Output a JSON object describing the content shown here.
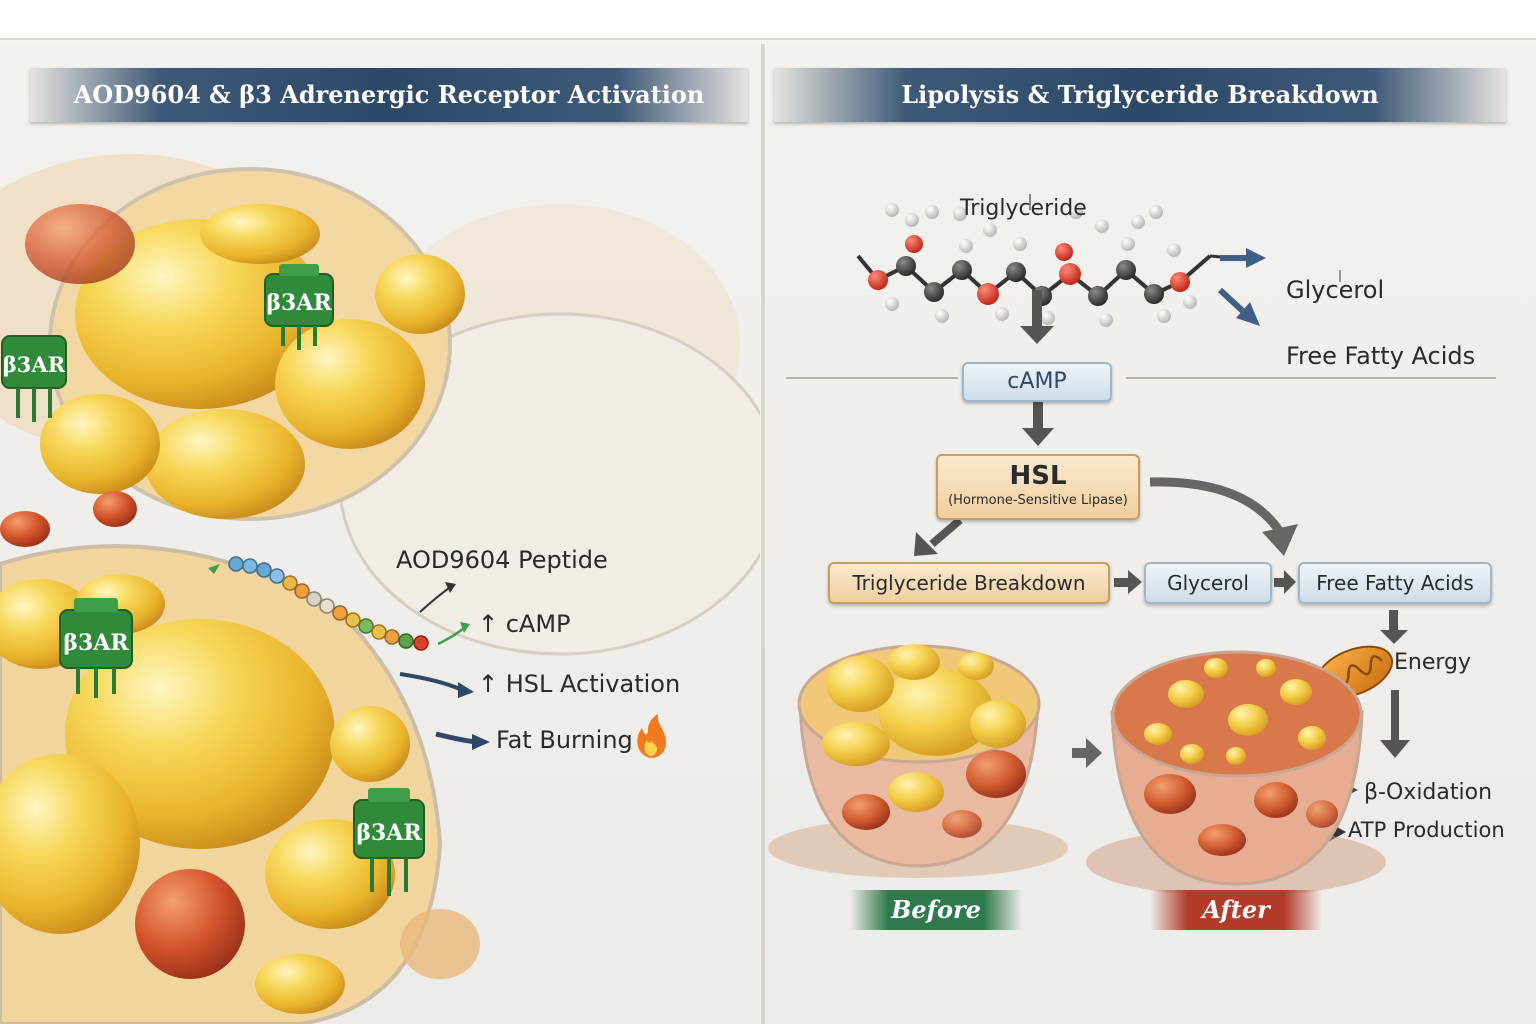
{
  "left_panel": {
    "title": "AOD9604  & β3 Adrenergic Receptor Activation",
    "receptor_label": "β3AR",
    "peptide_label": "AOD9604 Peptide",
    "effects": [
      {
        "label": "↑ cAMP"
      },
      {
        "label": "↑ HSL Activation"
      },
      {
        "label": "Fat Burning"
      }
    ]
  },
  "right_panel": {
    "title": "Lipolysis & Triglyceride Breakdown",
    "molecule_label": "Triglyceride",
    "products": {
      "glycerol": "Glycerol",
      "fatty_acids": "Free Fatty Acids"
    },
    "camp_label": "cAMP",
    "hsl": {
      "title": "HSL",
      "subtitle": "(Hormone-Sensitive Lipase)"
    },
    "flow": {
      "breakdown": "Triglyceride Breakdown",
      "glycerol": "Glycerol",
      "fatty_acids": "Free Fatty Acids"
    },
    "energy_label": "Energy",
    "oxidation_label": "β-Oxidation",
    "atp_label": "ATP Production",
    "before_label": "Before",
    "after_label": "After"
  },
  "colors": {
    "banner": "#2d4867",
    "receptor_green": "#2f8a3a",
    "before_green": "#2f7a4c",
    "after_red": "#b43a2a",
    "arrow_gray": "#555555",
    "arrow_blue": "#3f5f86"
  }
}
